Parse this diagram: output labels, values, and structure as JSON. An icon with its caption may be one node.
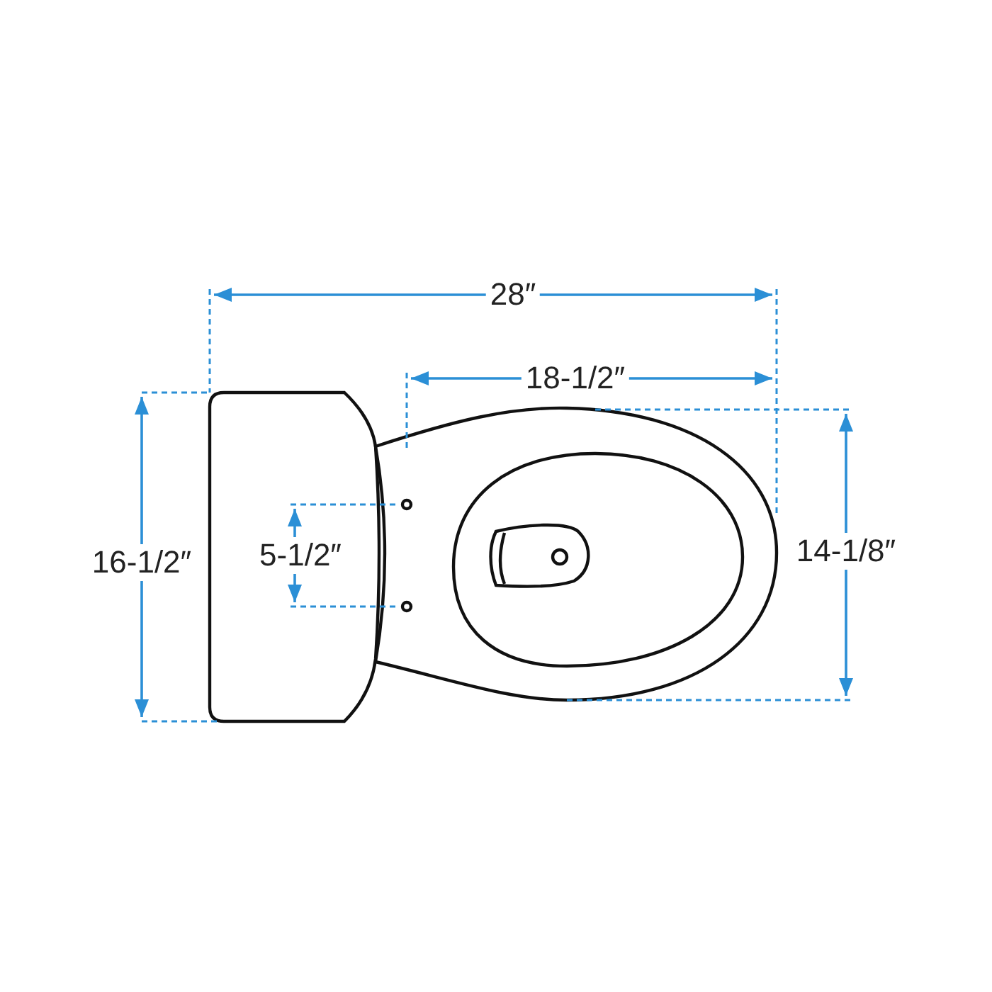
{
  "diagram": {
    "labels": [
      "28″",
      "18-1/2″",
      "16-1/2″",
      "5-1/2″",
      "14-1/8″"
    ]
  }
}
